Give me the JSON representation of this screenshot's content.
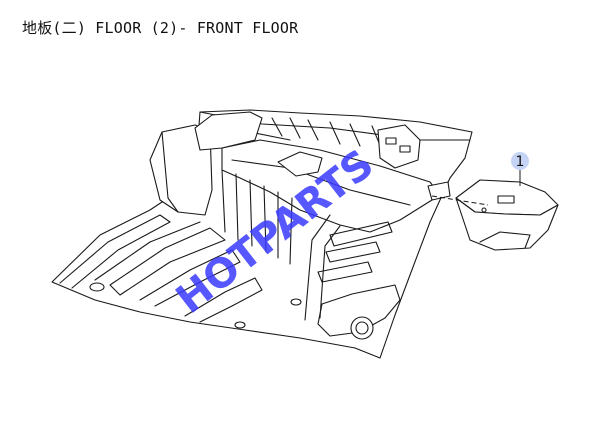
{
  "title": "地板(二) FLOOR (2)- FRONT FLOOR",
  "watermark": "HOTPARTS",
  "callouts": [
    {
      "label": "1"
    }
  ],
  "colors": {
    "ink": "#1a1a1a",
    "callout_fill": "#c5d4f5",
    "watermark": "#3a3aff"
  }
}
